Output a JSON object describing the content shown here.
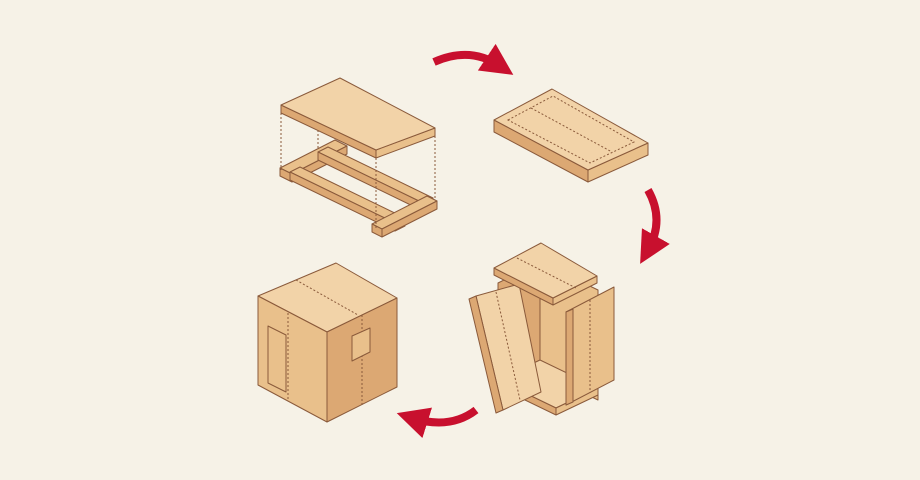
{
  "diagram": {
    "colors": {
      "background": "#f6f2e7",
      "wood_light": "#f2d3a8",
      "wood_mid": "#e9c08b",
      "wood_dark": "#dca873",
      "outline": "#8a5a3b",
      "arrow": "#c8102e"
    },
    "steps": [
      {
        "id": "step-1",
        "depicts": "floor-panel-with-joists"
      },
      {
        "id": "step-2",
        "depicts": "prefabricated-panel"
      },
      {
        "id": "step-3",
        "depicts": "panels-assembling-into-box"
      },
      {
        "id": "step-4",
        "depicts": "finished-module-with-door-and-window"
      }
    ],
    "arrows": [
      {
        "from": "step-1",
        "to": "step-2",
        "icon": "curved-arrow-right-icon"
      },
      {
        "from": "step-2",
        "to": "step-3",
        "icon": "curved-arrow-down-icon"
      },
      {
        "from": "step-3",
        "to": "step-4",
        "icon": "curved-arrow-left-icon"
      }
    ]
  }
}
